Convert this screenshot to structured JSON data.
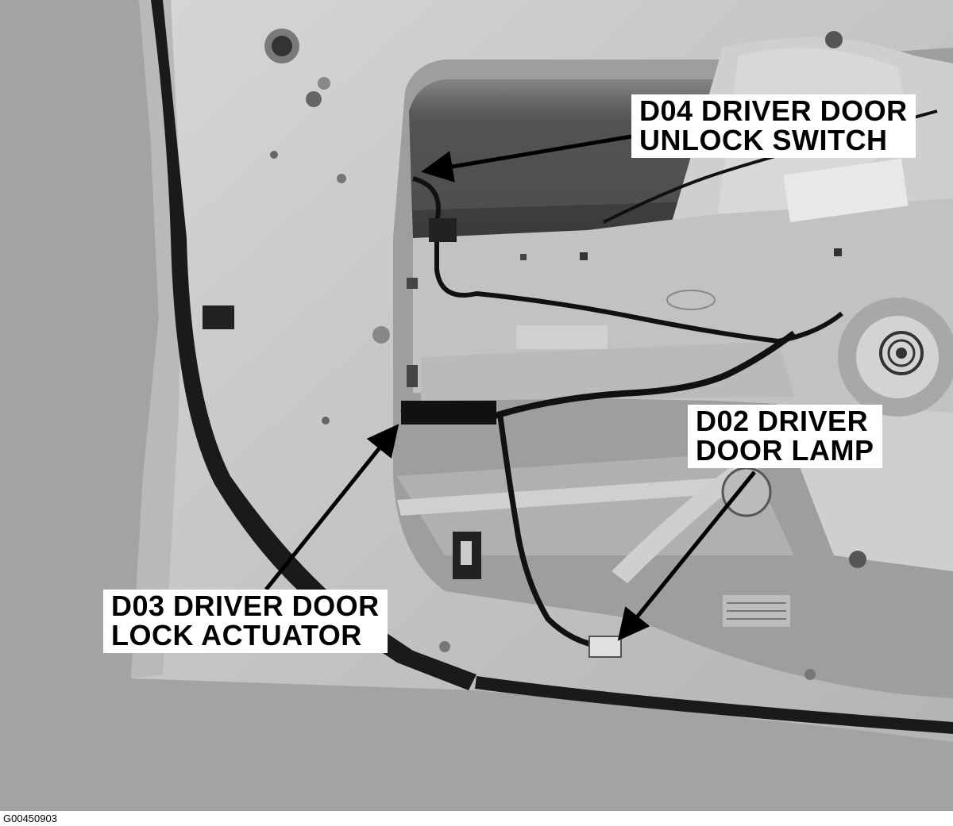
{
  "callouts": {
    "d04": {
      "line1": "D04 DRIVER DOOR",
      "line2": "UNLOCK SWITCH"
    },
    "d02": {
      "line1": "D02 DRIVER",
      "line2": "DOOR LAMP"
    },
    "d03": {
      "line1": "D03 DRIVER DOOR",
      "line2": "LOCK ACTUATOR"
    }
  },
  "figure_code": "G00450903",
  "colors": {
    "background": "#a3a3a3",
    "door_panel": "#c8c8c8",
    "callout_box": "#ffffff",
    "arrow": "#000000"
  }
}
